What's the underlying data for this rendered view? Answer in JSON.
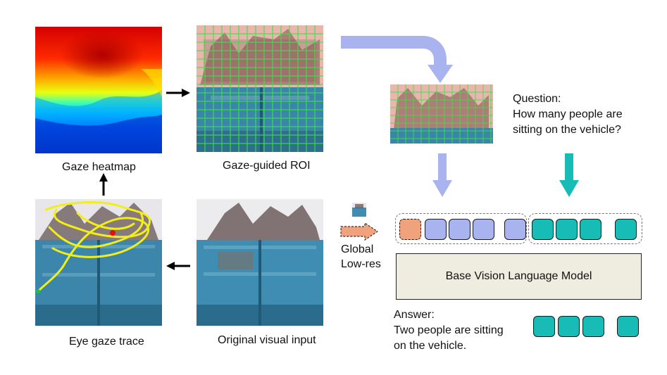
{
  "labels": {
    "gaze_heatmap": "Gaze heatmap",
    "gaze_roi": "Gaze-guided ROI",
    "eye_gaze_trace": "Eye gaze trace",
    "original_input": "Original visual input",
    "global": "Global",
    "low_res": "Low-res",
    "question_title": "Question:",
    "question_line1": "How many people are",
    "question_line2": "sitting on the vehicle?",
    "model": "Base Vision Language Model",
    "answer_title": "Answer:",
    "answer_line1": "Two people are sitting",
    "answer_line2": "on the vehicle."
  },
  "colors": {
    "image_token": "#a9b3ef",
    "text_token": "#16bcb5",
    "global_token": "#f0a27d",
    "model_box": "#efece0",
    "big_arrow": "#a9b3ef",
    "teal_arrow": "#16bcb5",
    "grid": "#3ee04a",
    "gaze_trace": "#f2ee1a"
  },
  "token_groups": {
    "image_tokens": {
      "count": 4,
      "global_count": 1
    },
    "text_tokens": {
      "count": 4
    },
    "answer_tokens": {
      "count": 4
    }
  }
}
